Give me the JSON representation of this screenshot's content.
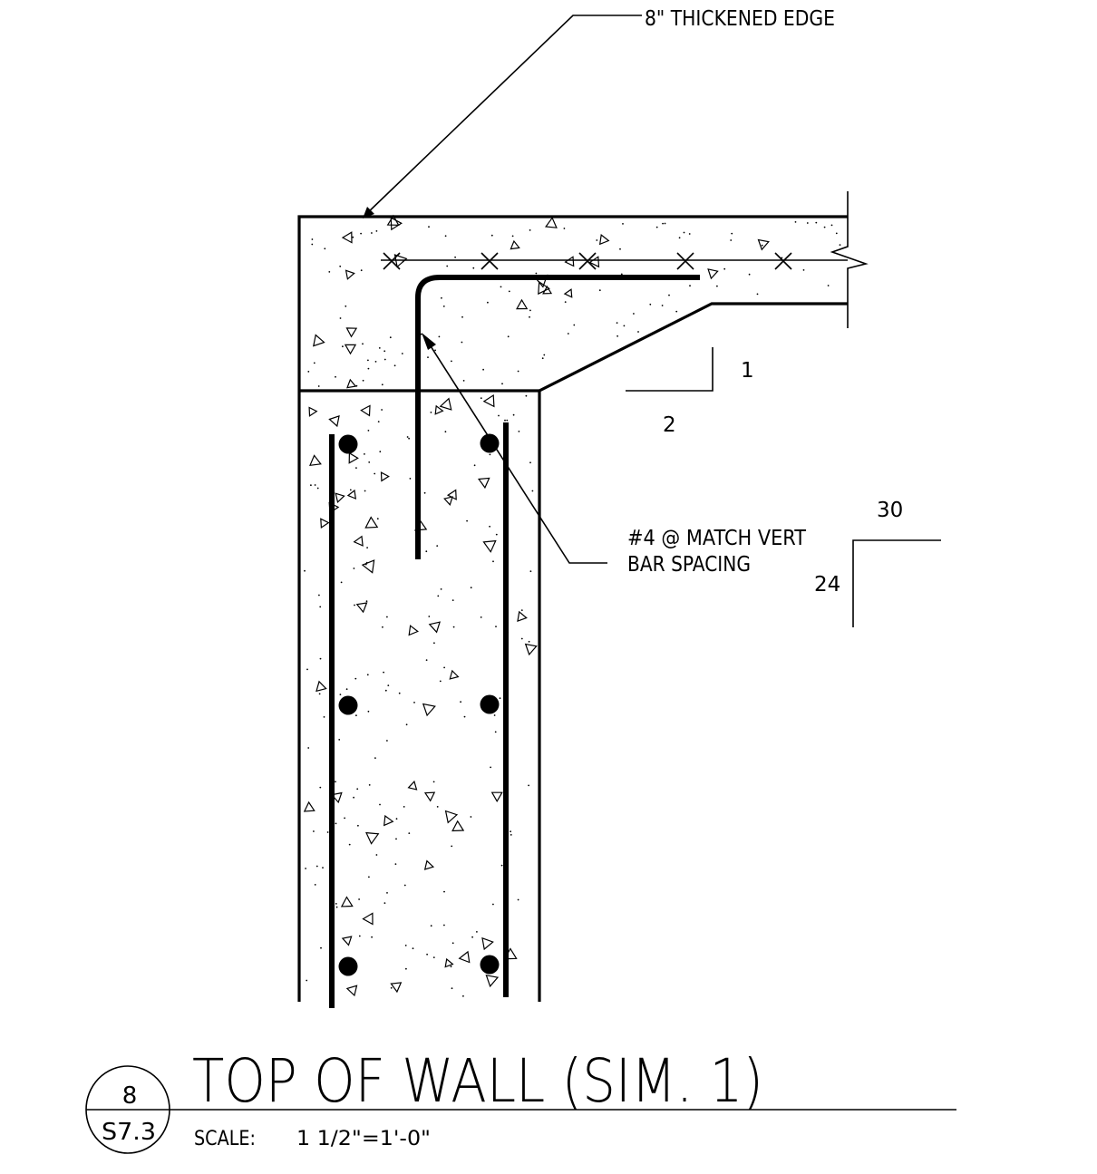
{
  "callouts": {
    "thickened_edge": "8\" THICKENED EDGE",
    "rebar_line1": "#4 @ MATCH VERT",
    "rebar_line2": "BAR SPACING"
  },
  "slope_a": {
    "rise": "1",
    "run": "2"
  },
  "slope_b": {
    "run": "30",
    "rise": "24"
  },
  "title_block": {
    "detail_number": "8",
    "sheet_number": "S7.3",
    "title": "TOP OF WALL (SIM. 1)",
    "scale_label": "SCALE:",
    "scale_value": "1 1/2\"=1'-0\""
  }
}
